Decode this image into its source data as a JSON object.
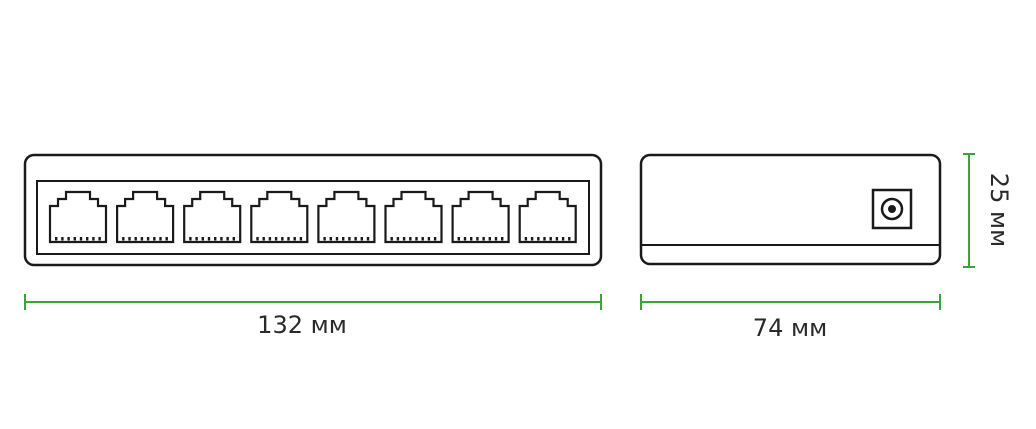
{
  "colors": {
    "outline": "#1a1a1a",
    "dimension_line": "#3aa33a",
    "label": "#2a2a2a",
    "background": "#ffffff"
  },
  "front_view": {
    "port_count": 8,
    "port_icon": "rj45-port-icon"
  },
  "side_view": {
    "connector_icon": "dc-power-jack-icon"
  },
  "dimensions": {
    "width_label": "132 мм",
    "depth_label": "74 мм",
    "height_label": "25 мм"
  }
}
